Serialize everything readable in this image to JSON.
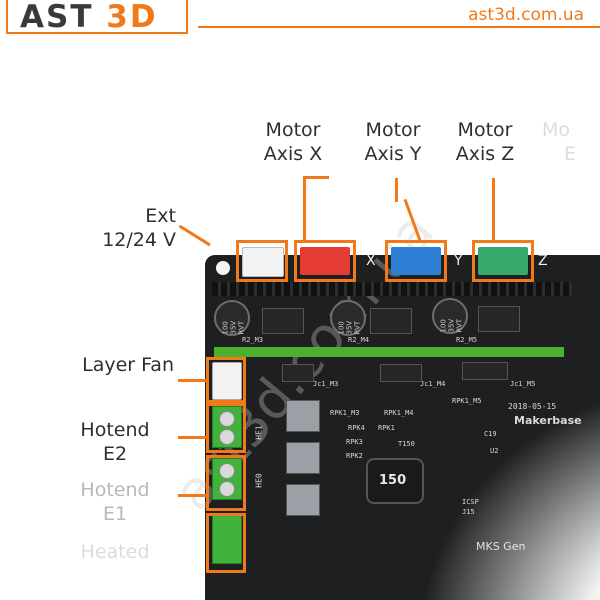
{
  "header": {
    "logo_prefix": "AST",
    "logo_suffix": "3D",
    "site_url": "ast3d.com.ua"
  },
  "callouts": {
    "motor_x": [
      "Motor",
      "Axis X"
    ],
    "motor_y": [
      "Motor",
      "Axis Y"
    ],
    "motor_z": [
      "Motor",
      "Axis Z"
    ],
    "motor_e_partial": [
      "Mo",
      "E"
    ],
    "ext_power": [
      "Ext",
      "12/24 V"
    ],
    "layer_fan": "Layer Fan",
    "hotend_e2": [
      "Hotend",
      "E2"
    ],
    "hotend_e1": [
      "Hotend",
      "E1"
    ],
    "heated_partial": "Heated"
  },
  "board": {
    "silk_x": "X",
    "silk_y": "Y",
    "silk_z": "Z",
    "cap_label": "100 35V RVT",
    "inductor": "150",
    "date": "2018-05-15",
    "brand": "Makerbase",
    "model": "MKS  Gen",
    "he1": "HE1",
    "he0": "HE0",
    "t150": "T150",
    "c19": "C19",
    "u2": "U2",
    "icsp": "ICSP",
    "j15": "J15",
    "jc1_m3": "Jc1_M3",
    "jc1_m4": "Jc1_M4",
    "jc1_m5": "Jc1_M5",
    "rpk1_m3": "RPK1_M3",
    "rpk1_m4": "RPK1_M4",
    "rpk1_m5": "RPK1_M5",
    "r2_m3": "R2_M3",
    "r2_m4": "R2_M4",
    "r2_m5": "R2_M5",
    "rpk4": "RPK4",
    "rpk3": "RPK3",
    "rpk2": "RPK2",
    "rpk1": "RPK1"
  },
  "watermark": "ast3d.com.ua",
  "colors": {
    "accent": "#f07a1a",
    "board": "#1d1f20",
    "connector_red": "#e43b34",
    "connector_blue": "#2d7fd6",
    "connector_green": "#35a86a",
    "terminal_green": "#3fb33a"
  }
}
